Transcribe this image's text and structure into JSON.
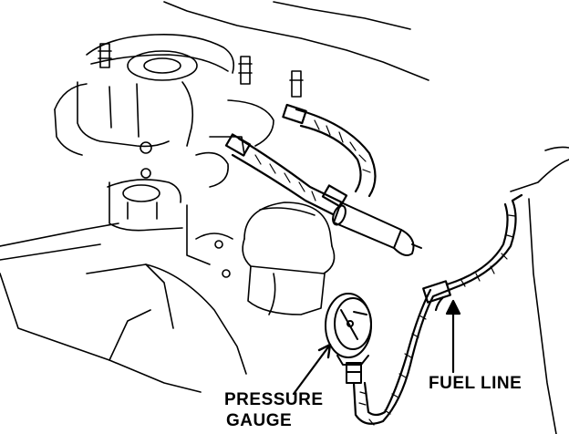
{
  "labels": {
    "pressure_gauge_line1": "PRESSURE",
    "pressure_gauge_line2": "GAUGE",
    "fuel_line": "FUEL LINE"
  },
  "colors": {
    "ink": "#000000",
    "paper": "#ffffff"
  }
}
